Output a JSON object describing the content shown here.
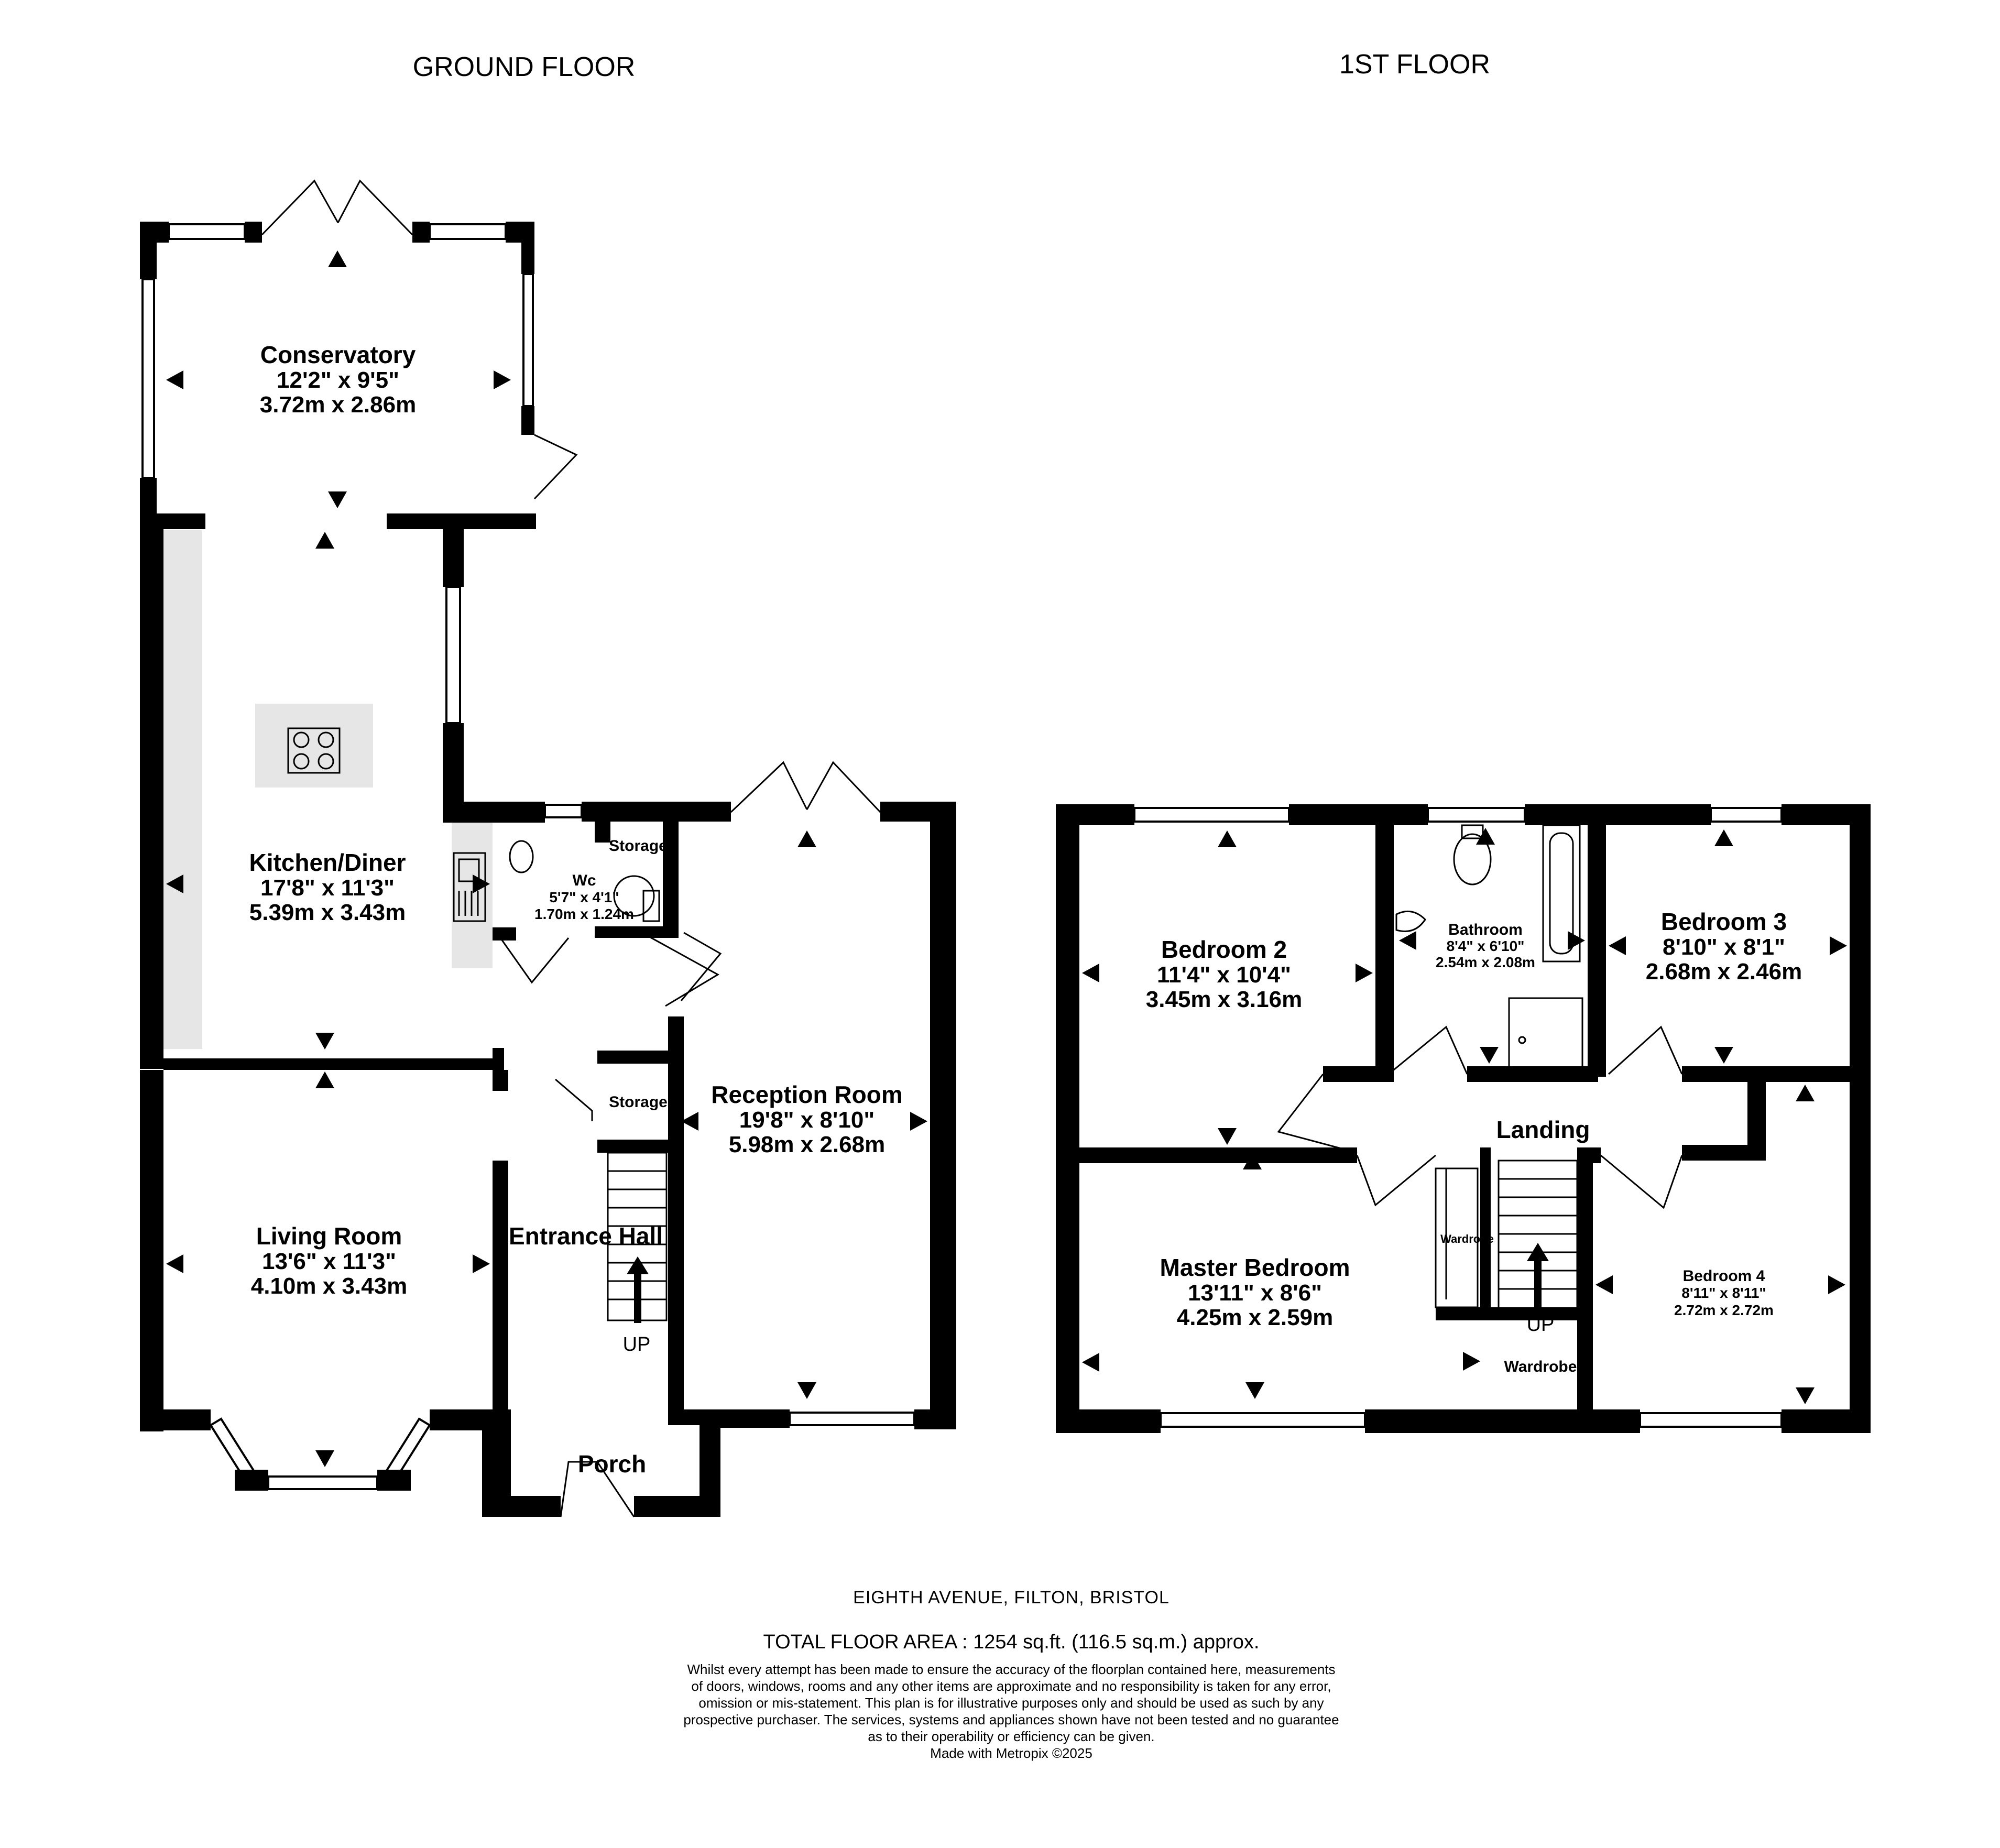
{
  "floors": {
    "ground": "GROUND FLOOR",
    "first": "1ST FLOOR"
  },
  "rooms": {
    "conservatory": {
      "name": "Conservatory",
      "imperial": "12'2\"  x 9'5\"",
      "metric": "3.72m  x 2.86m"
    },
    "kitchen": {
      "name": "Kitchen/Diner",
      "imperial": "17'8\"  x 11'3\"",
      "metric": "5.39m  x 3.43m"
    },
    "wc": {
      "name": "Wc",
      "imperial": "5'7\"  x 4'1\"",
      "metric": "1.70m  x 1.24m"
    },
    "reception": {
      "name": "Reception Room",
      "imperial": "19'8\"  x 8'10\"",
      "metric": "5.98m  x 2.68m"
    },
    "living": {
      "name": "Living Room",
      "imperial": "13'6\"  x 11'3\"",
      "metric": "4.10m  x 3.43m"
    },
    "bedroom2": {
      "name": "Bedroom 2",
      "imperial": "11'4\"  x 10'4\"",
      "metric": "3.45m  x 3.16m"
    },
    "bathroom": {
      "name": "Bathroom",
      "imperial": "8'4\"  x 6'10\"",
      "metric": "2.54m  x 2.08m"
    },
    "bedroom3": {
      "name": "Bedroom 3",
      "imperial": "8'10\"  x 8'1\"",
      "metric": "2.68m  x 2.46m"
    },
    "master": {
      "name": "Master Bedroom",
      "imperial": "13'11\"  x 8'6\"",
      "metric": "4.25m  x 2.59m"
    },
    "bedroom4": {
      "name": "Bedroom 4",
      "imperial": "8'11\"  x 8'11\"",
      "metric": "2.72m  x 2.72m"
    }
  },
  "labels": {
    "storage": "Storage",
    "entrance_hall": "Entrance Hall",
    "porch": "Porch",
    "up": "UP",
    "landing": "Landing",
    "wardrobe": "Wardrobe",
    "wardrobe_short": "Wardrobe"
  },
  "footer": {
    "address": "EIGHTH AVENUE, FILTON, BRISTOL",
    "total_area": "TOTAL FLOOR AREA : 1254 sq.ft. (116.5 sq.m.) approx.",
    "disclaimer": [
      "Whilst every attempt has been made to ensure the accuracy of the floorplan contained here, measurements",
      "of doors, windows, rooms and any other items are approximate and no responsibility is taken for any error,",
      "omission or mis-statement. This plan is for illustrative purposes only and should be used as such by any",
      "prospective purchaser. The services, systems and appliances shown have not been tested and no guarantee",
      "as to their operability or efficiency can be given."
    ],
    "credit": "Made with Metropix ©2025"
  },
  "colors": {
    "wall": "#000000",
    "counter": "#e6e6e6",
    "background": "#ffffff"
  }
}
